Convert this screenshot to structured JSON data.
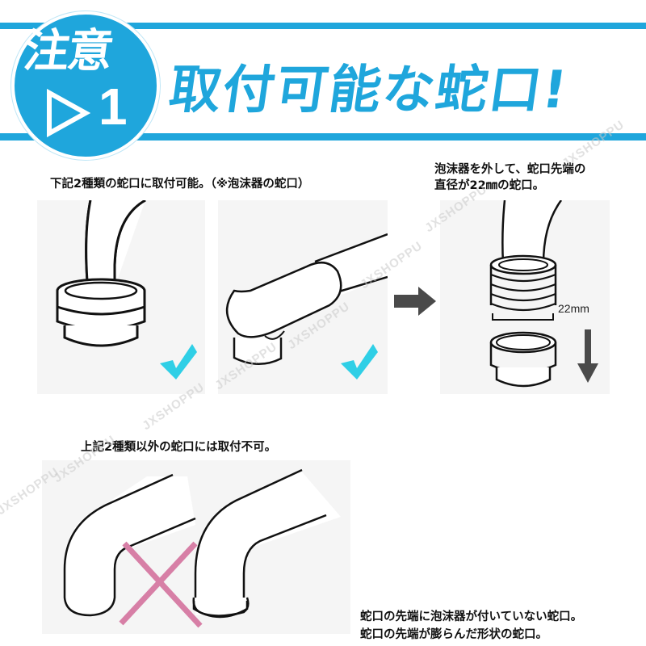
{
  "header": {
    "badge_word": "注意",
    "badge_number": "1",
    "badge_icon": "play-triangle-icon",
    "headline": "取付可能な蛇口!",
    "accent_color": "#1fa6dc"
  },
  "compatible_section": {
    "caption": "下記2種類の蛇口に取付可能。（※泡沫器の蛇口）",
    "panels": [
      {
        "name": "vertical-faucet-with-aerator",
        "mark": "check-icon",
        "mark_color": "#2fcfe6"
      },
      {
        "name": "horizontal-faucet-with-aerator",
        "mark": "check-icon",
        "mark_color": "#2fcfe6"
      }
    ]
  },
  "removal_section": {
    "caption_line1": "泡沫器を外して、蛇口先端の",
    "caption_line2": "直径が22㎜の蛇口。",
    "arrow_icon": "arrow-right-icon",
    "down_arrow_icon": "arrow-down-icon",
    "dimension_label": "22mm"
  },
  "incompatible_section": {
    "caption": "上記2種類以外の蛇口には取付不可。",
    "mark": "cross-icon",
    "mark_color": "#d77fa6",
    "notes": [
      "蛇口の先端に泡沫器が付いていない蛇口。",
      "蛇口の先端が膨らんだ形状の蛇口。"
    ]
  },
  "watermark_text": "JXSHOPPU"
}
